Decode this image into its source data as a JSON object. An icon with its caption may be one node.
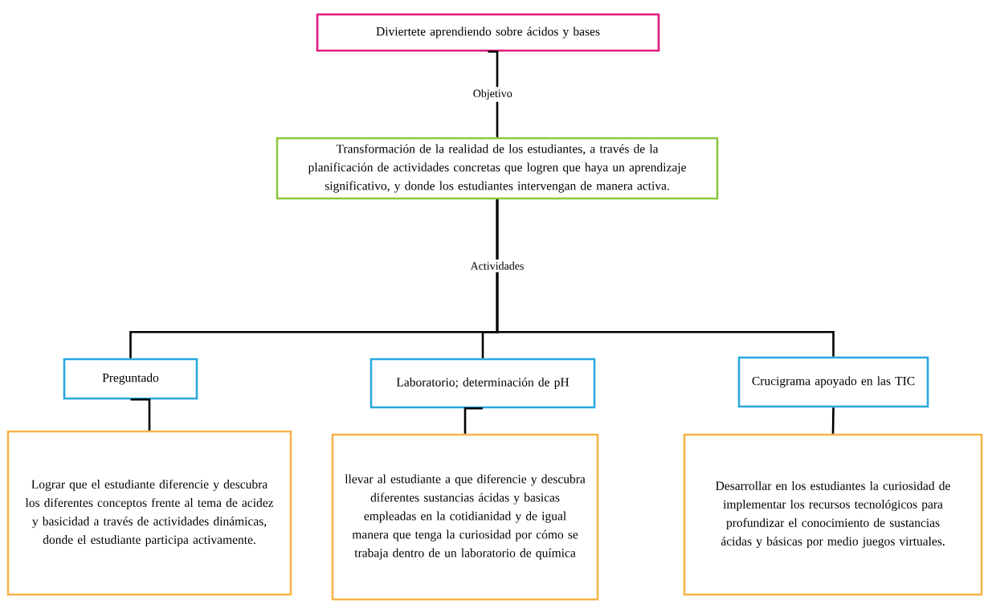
{
  "diagram": {
    "nodes": [
      {
        "text": [
          "Diviertete aprendiendo sobre ácidos y bases"
        ]
      },
      {
        "text": [
          "Transformación de la realidad de los estudiantes, a través de la planificación de actividades concretas que logren que haya un aprendizaje significativo, y donde los estudiantes intervengan de manera activa."
        ]
      },
      {
        "text": [
          "Preguntado"
        ]
      },
      {
        "text": [
          "Laboratorio; determinación de pH"
        ]
      },
      {
        "text": [
          "Crucigrama apoyado en las TIC"
        ]
      },
      {
        "text": [
          "Lograr que el estudiante diferencie y descubra los diferentes conceptos frente al tema de acidez y basicidad a través de actividades dinámicas, donde el estudiante participa activamente."
        ]
      },
      {
        "text": [
          "llevar al estudiante a que diferencie y descubra diferentes sustancias ácidas y basicas empleadas en la cotidianidad y de igual manera que tenga la curiosidad por cómo se trabaja dentro de un laboratorio de química"
        ]
      },
      {
        "text": [
          "Desarrollar en los estudiantes la curiosidad de implementar los recursos tecnológicos para profundizar el conocimiento de sustancias ácidas y básicas por medio juegos virtuales."
        ]
      }
    ],
    "edges": [
      {
        "from": 0,
        "to": 1,
        "arrow": "none",
        "label": "Objetivo"
      },
      {
        "from": 1,
        "to": 2,
        "arrow": "none"
      },
      {
        "from": 1,
        "to": 3,
        "arrow": "none",
        "label": "Actividades"
      },
      {
        "from": 1,
        "to": 4,
        "arrow": "none"
      },
      {
        "from": 2,
        "to": 5,
        "arrow": "none"
      },
      {
        "from": 3,
        "to": 6,
        "arrow": "none"
      },
      {
        "from": 4,
        "to": 7,
        "arrow": "none"
      }
    ]
  }
}
